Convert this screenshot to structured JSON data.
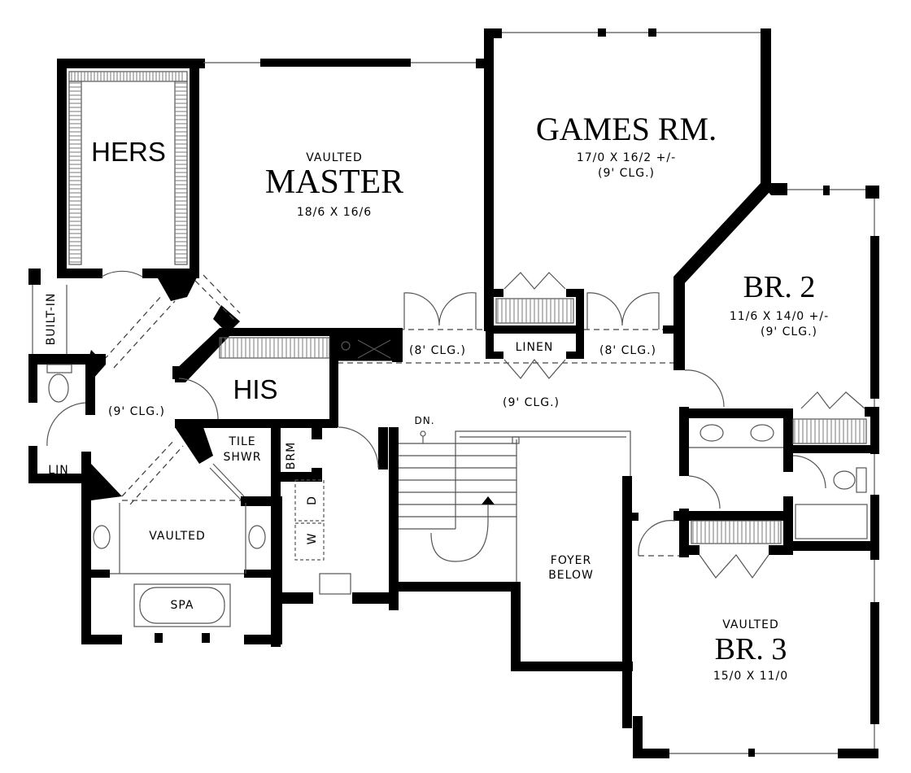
{
  "plan": {
    "hers": {
      "name": "HERS"
    },
    "master": {
      "note": "VAULTED",
      "name": "MASTER",
      "size": "18/6 X 16/6"
    },
    "games": {
      "name": "GAMES RM.",
      "size": "17/0 X 16/2 +/-",
      "ceiling": "(9' CLG.)"
    },
    "br2": {
      "name": "BR. 2",
      "size": "11/6 X 14/0 +/-",
      "ceiling": "(9' CLG.)"
    },
    "his": {
      "name": "HIS"
    },
    "built_in": "BUILT-IN",
    "lin": "LIN",
    "master_hall_ceiling": "(9' CLG.)",
    "hall_left_ceiling": "(8' CLG.)",
    "linen": "LINEN",
    "hall_right_ceiling": "(8' CLG.)",
    "hall_ceiling": "(9' CLG.)",
    "stairs_down": "DN.",
    "tile_shower": [
      "TILE",
      "SHWR"
    ],
    "brm": "BRM",
    "dryer": "D",
    "washer": "W",
    "master_bath": "VAULTED",
    "spa": "SPA",
    "foyer": [
      "FOYER",
      "BELOW"
    ],
    "br3": {
      "note": "VAULTED",
      "name": "BR. 3",
      "size": "15/0 X 11/0"
    }
  }
}
